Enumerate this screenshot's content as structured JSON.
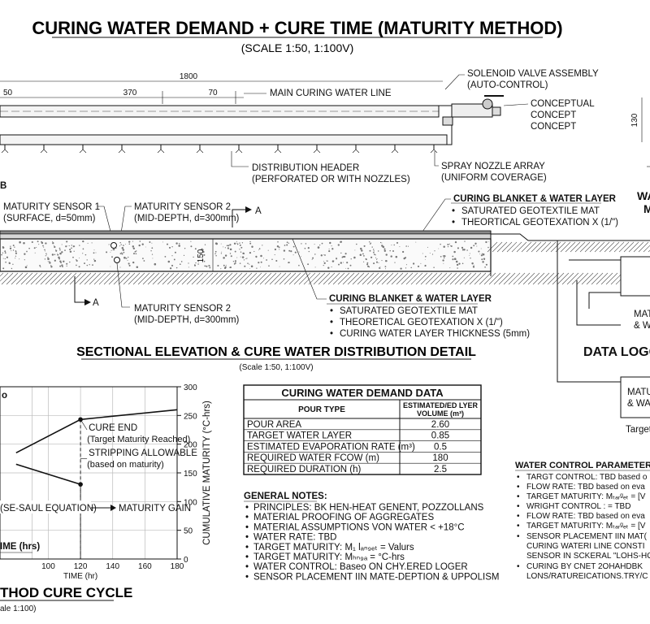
{
  "header": {
    "title": "CURING WATER DEMAND + CURE TIME (MATURITY METHOD)",
    "scale": "(SCALE 1:50, 1:100V)"
  },
  "plan": {
    "dim_total": "1800",
    "dim_a": "50",
    "dim_b": "370",
    "dim_c": "70",
    "dim_side": "130",
    "main_line_label": "MAIN CURING WATER LINE",
    "solenoid_label": [
      "SOLENOID VALVE ASSEMBLY",
      "(AUTO-CONTROL)"
    ],
    "conceptual_label": [
      "CONCEPTUAL",
      "CONCEPT",
      "CONCEPT"
    ],
    "header_label": [
      "DISTRIBUTION HEADER",
      "(PERFORATED OR WITH NOZZLES)"
    ],
    "spray_label": [
      "SPRAY NOZZLE ARRAY",
      "(UNIFORM COVERAGE)"
    ],
    "section_mark_b": "B"
  },
  "section": {
    "sensor1": [
      "MATURITY SENSOR 1",
      "(SURFACE, d=50mm)"
    ],
    "sensor2_top": [
      "MATURITY SENSOR 2",
      "(MID-DEPTH, d=300mm)"
    ],
    "sensor2_bottom": [
      "MATURITY SENSOR 2",
      "(MID-DEPTH, d=300mm)"
    ],
    "cut_a": "A",
    "depth_dim": "150",
    "blanket_top": {
      "title": "CURING BLANKET & WATER LAYER",
      "items": [
        "SATURATED GEOTEXTILE MAT",
        "THEORTICAL GEOTEXATION X (1/\")"
      ]
    },
    "blanket_bottom": {
      "title": "CURING BLANKET & WATER LAYER",
      "items": [
        "SATURATED GEOTEXTILE MAT",
        "THEORETICAL GEOTEXATION X (1/\")",
        "CURING WATER LAYER THICKNESS (5mm)"
      ]
    },
    "title": "SECTIONAL ELEVATION & CURE WATER DISTRIBUTION DETAIL",
    "scale": "(Scale 1:50, 1:100V)"
  },
  "right_side": {
    "wa": "WA",
    "m": "M",
    "matu1": [
      "MATU",
      "& WA"
    ],
    "data_logger": "DATA LOGG",
    "matu2": [
      "MATU",
      "& WA"
    ],
    "target": "Target"
  },
  "demand_table": {
    "title": "CURING WATER DEMAND DATA",
    "col1": "POUR TYPE",
    "col2": [
      "ESTIMATED/ED LYER",
      "VOLUME (m³)"
    ],
    "rows": [
      [
        "POUR AREA",
        "2.60"
      ],
      [
        "TARGET WATER LAYER",
        "0.85"
      ],
      [
        "ESTIMATED EVAPORATION RATE (m³)",
        "0.5"
      ],
      [
        "REQUIRED WATER FCOW (m)",
        "180"
      ],
      [
        "REQUIRED DURATION (h)",
        "2.5"
      ]
    ]
  },
  "general_notes": {
    "title": "GENERAL NOTES:",
    "items": [
      "PRINCIPLES: BK HEN-HEAT GENENT, POZZOLLANS",
      "MATERIAL PROOFING OF AGGREGATES",
      "MATERIAL ASSUMPTIONS VON WATER < +18°C",
      "WATER RATE: TBD",
      "TARGET MATURITY: M₁ lₐₙ₉ₑₜ = Valurs",
      "TARGET MATURITY: Mₕₙ₉ₐ = °C-hrs",
      "WATER CONTROL: Baseo ON CHY.ERED LOGER",
      "SENSOR PLACEMENT IIN MATE-DEPTION & UPPOLISM"
    ]
  },
  "water_control": {
    "title": "WATER CONTROL PARAMETERS",
    "items": [
      "TARGT CONTROL: TBD based o",
      "FLOW RATE: TBD based on eva",
      "TARGET MATURITY: Mₜₐᵣᵍₑₜ = [V",
      "WRIGHT CONTROL : = TBD",
      "FLOW RATE: TBD based on eva",
      "TARGET MATURITY: Mₜₐᵣᵍₑₜ = [V",
      "SENSOR PLACEMENT IIN MAT(",
      "CURING WATERI LINE CONSTI",
      "SENSOR IN SCKERAL \"LOHS-HO",
      "CURING BY CNET 2OHAHDBK",
      "LONS/RATUREICATIONS.TRY/C"
    ]
  },
  "chart_data": {
    "type": "line",
    "title": "",
    "xlabel": "TIME (hr)",
    "ylabel": "CUMULATIVE MATURITY (°C-hrs)",
    "xlim": [
      0,
      180
    ],
    "ylim": [
      0,
      300
    ],
    "x_ticks": [
      100,
      120,
      140,
      160,
      180
    ],
    "y_ticks": [
      0,
      50,
      100,
      150,
      200,
      250,
      300
    ],
    "grid": true,
    "series": [
      {
        "x": [
          80,
          120,
          180
        ],
        "y": [
          185,
          243,
          260
        ]
      },
      {
        "x": [
          80,
          120
        ],
        "y": [
          165,
          130
        ]
      }
    ],
    "markers": [
      {
        "x": 120,
        "y": 243
      },
      {
        "x": 120,
        "y": 130
      }
    ],
    "annotations": {
      "cure_end": [
        "CURE END",
        "(Target Maturity Reached)"
      ],
      "stripping": [
        "STRIPPING ALLOWABLE",
        "(based on maturity)"
      ],
      "saul": "(SE-SAUL EQUATION)",
      "maturity_gain": "MATURITY GAIN",
      "x_partial": "IME (hrs)",
      "y_top_partial": "o"
    },
    "footer_title": "THOD CURE CYCLE",
    "footer_scale": "ale 1:100)"
  }
}
